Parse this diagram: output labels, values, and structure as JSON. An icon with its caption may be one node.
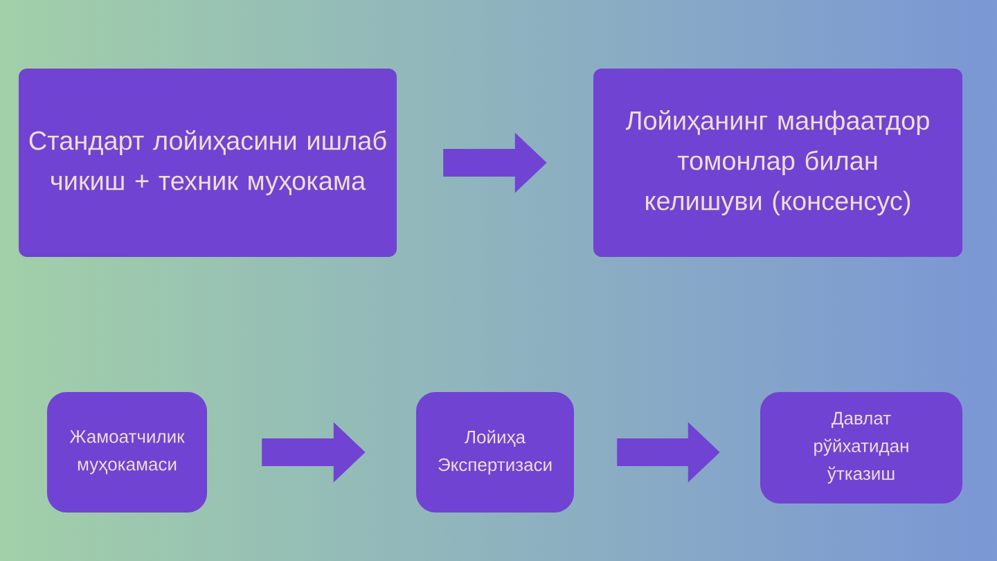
{
  "diagram": {
    "nodes": [
      {
        "text": [
          "Стандарт лойиҳасини ишлаб чикиш +  техник муҳокама"
        ]
      },
      {
        "text": [
          "Лойиҳанинг манфаатдор томонлар билан келишуви (консенсус)"
        ]
      },
      {
        "text": [
          "Жамоатчилик муҳокамаси"
        ]
      },
      {
        "text": [
          "Лойиҳа Экспертизаси"
        ]
      },
      {
        "text": [
          "Давлат рўйхатидан ўтказиш"
        ]
      }
    ],
    "edges": [
      {
        "from": 0,
        "to": 1,
        "arrow": "to"
      },
      {
        "from": 2,
        "to": 3,
        "arrow": "to"
      },
      {
        "from": 3,
        "to": 4,
        "arrow": "to"
      }
    ]
  }
}
